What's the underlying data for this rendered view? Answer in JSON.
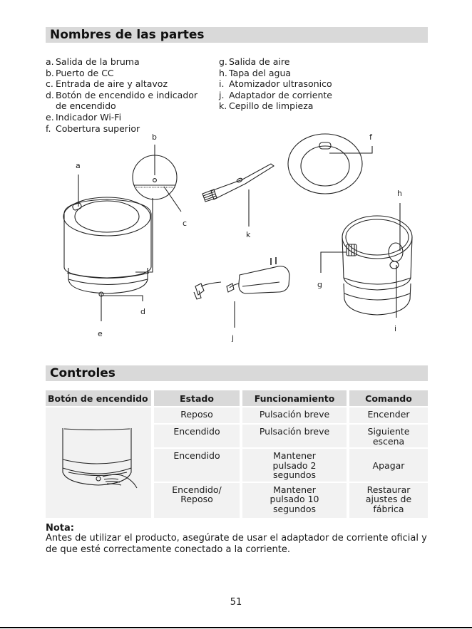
{
  "parts_section": {
    "title": "Nombres de las partes",
    "left_items": [
      {
        "letter": "a.",
        "text": "Salida de la bruma"
      },
      {
        "letter": "b.",
        "text": "Puerto de CC"
      },
      {
        "letter": "c.",
        "text": "Entrada de aire y altavoz"
      },
      {
        "letter": "d.",
        "text": "Botón de encendido e indicador"
      },
      {
        "letter": "",
        "text": "de encendido"
      },
      {
        "letter": "e.",
        "text": "Indicador Wi-Fi"
      },
      {
        "letter": "f.",
        "text": "Cobertura superior"
      }
    ],
    "right_items": [
      {
        "letter": "g.",
        "text": "Salida de aire"
      },
      {
        "letter": "h.",
        "text": "Tapa del agua"
      },
      {
        "letter": "i.",
        "text": "Atomizador ultrasonico"
      },
      {
        "letter": "j.",
        "text": "Adaptador de corriente"
      },
      {
        "letter": "k.",
        "text": "Cepillo de limpieza"
      }
    ],
    "diagram_labels": {
      "a": "a",
      "b": "b",
      "c": "c",
      "d": "d",
      "e": "e",
      "f": "f",
      "g": "g",
      "h": "h",
      "i": "i",
      "j": "j",
      "k": "k"
    }
  },
  "controls_section": {
    "title": "Controles",
    "headers": [
      "Botón de encendido",
      "Estado",
      "Funcionamiento",
      "Comando"
    ],
    "rows": [
      {
        "estado": "Reposo",
        "funcionamiento": "Pulsación breve",
        "comando": "Encender"
      },
      {
        "estado": "Encendido",
        "funcionamiento": "Pulsación breve",
        "comando": "Siguiente escena"
      },
      {
        "estado": "Encendido",
        "funcionamiento": "Mantener pulsado 2 segundos",
        "comando": "Apagar"
      },
      {
        "estado": "Encendido/ Reposo",
        "funcionamiento": "Mantener pulsado 10 segundos",
        "comando": "Restaurar ajustes de fábrica"
      }
    ]
  },
  "note": {
    "title": "Nota:",
    "text": "Antes de utilizar el producto, asegúrate de usar el adaptador de corriente oficial y de que esté correctamente conectado a la corriente."
  },
  "page_number": "51"
}
